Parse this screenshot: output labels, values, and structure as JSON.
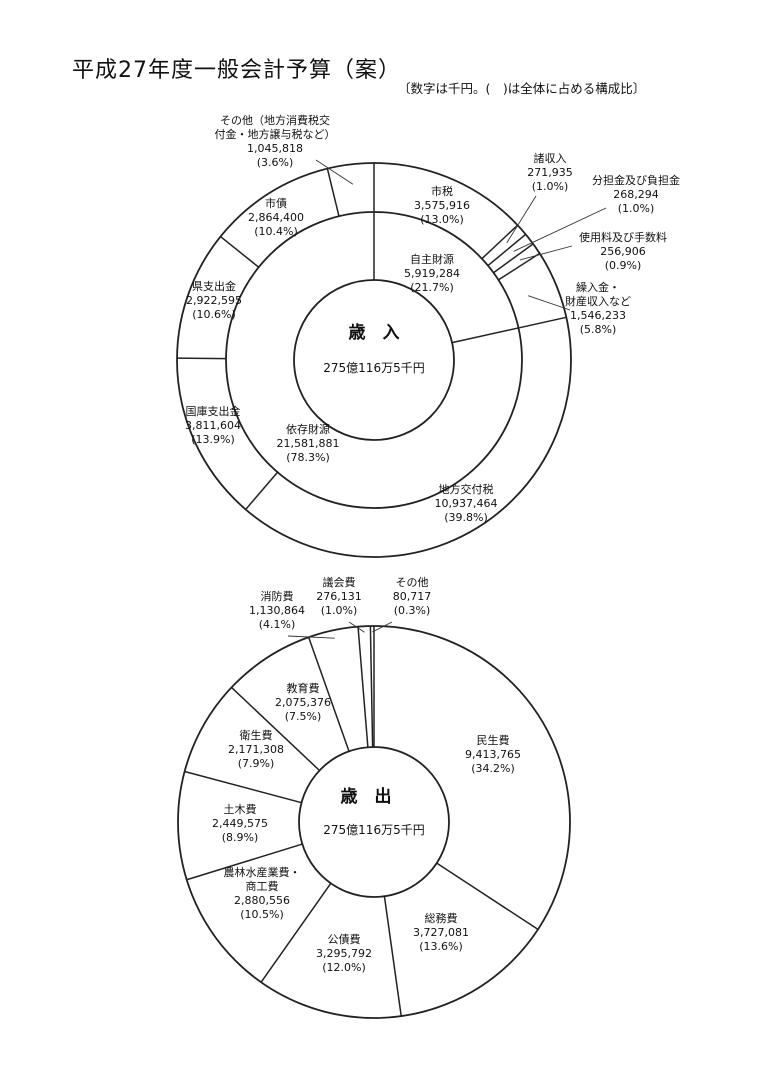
{
  "title": "平成27年度一般会計予算（案）",
  "note": "〔数字は千円。(　)は全体に占める構成比〕",
  "chart_data": [
    {
      "type": "pie",
      "chart": "income",
      "center_title": "歳　入",
      "center_total": "275億116万5千円",
      "inner": [
        {
          "name": "自主財源",
          "value": "5,919,284",
          "pct": "(21.7%)",
          "v": 5919284
        },
        {
          "name": "依存財源",
          "value": "21,581,881",
          "pct": "(78.3%)",
          "v": 21581881
        }
      ],
      "outer": [
        {
          "name": "市税",
          "value": "3,575,916",
          "pct": "(13.0%)",
          "v": 3575916
        },
        {
          "name": "諸収入",
          "value": "271,935",
          "pct": "(1.0%)",
          "v": 271935
        },
        {
          "name": "分担金及び負担金",
          "value": "268,294",
          "pct": "(1.0%)",
          "v": 268294
        },
        {
          "name": "使用料及び手数料",
          "value": "256,906",
          "pct": "(0.9%)",
          "v": 256906
        },
        {
          "name": "繰入金・財産収入など",
          "name_lines": [
            "繰入金・",
            "財産収入など"
          ],
          "value": "1,546,233",
          "pct": "(5.8%)",
          "v": 1546233
        },
        {
          "name": "地方交付税",
          "value": "10,937,464",
          "pct": "(39.8%)",
          "v": 10937464
        },
        {
          "name": "国庫支出金",
          "value": "3,811,604",
          "pct": "(13.9%)",
          "v": 3811604
        },
        {
          "name": "県支出金",
          "value": "2,922,595",
          "pct": "(10.6%)",
          "v": 2922595
        },
        {
          "name": "市債",
          "value": "2,864,400",
          "pct": "(10.4%)",
          "v": 2864400
        },
        {
          "name": "その他（地方消費税交付金・地方譲与税など）",
          "name_lines": [
            "その他（地方消費税交",
            "付金・地方譲与税など）"
          ],
          "value": "1,045,818",
          "pct": "(3.6%)",
          "v": 1045818
        }
      ]
    },
    {
      "type": "pie",
      "chart": "expenditure",
      "center_title": "歳　出",
      "center_total": "275億116万5千円",
      "slices": [
        {
          "name": "民生費",
          "value": "9,413,765",
          "pct": "(34.2%)",
          "v": 9413765
        },
        {
          "name": "総務費",
          "value": "3,727,081",
          "pct": "(13.6%)",
          "v": 3727081
        },
        {
          "name": "公債費",
          "value": "3,295,792",
          "pct": "(12.0%)",
          "v": 3295792
        },
        {
          "name": "農林水産業費・商工費",
          "name_lines": [
            "農林水産業費・",
            "商工費"
          ],
          "value": "2,880,556",
          "pct": "(10.5%)",
          "v": 2880556
        },
        {
          "name": "土木費",
          "value": "2,449,575",
          "pct": "(8.9%)",
          "v": 2449575
        },
        {
          "name": "衛生費",
          "value": "2,171,308",
          "pct": "(7.9%)",
          "v": 2171308
        },
        {
          "name": "教育費",
          "value": "2,075,376",
          "pct": "(7.5%)",
          "v": 2075376
        },
        {
          "name": "消防費",
          "value": "1,130,864",
          "pct": "(4.1%)",
          "v": 1130864
        },
        {
          "name": "議会費",
          "value": "276,131",
          "pct": "(1.0%)",
          "v": 276131
        },
        {
          "name": "その他",
          "value": "80,717",
          "pct": "(0.3%)",
          "v": 80717
        }
      ]
    }
  ]
}
